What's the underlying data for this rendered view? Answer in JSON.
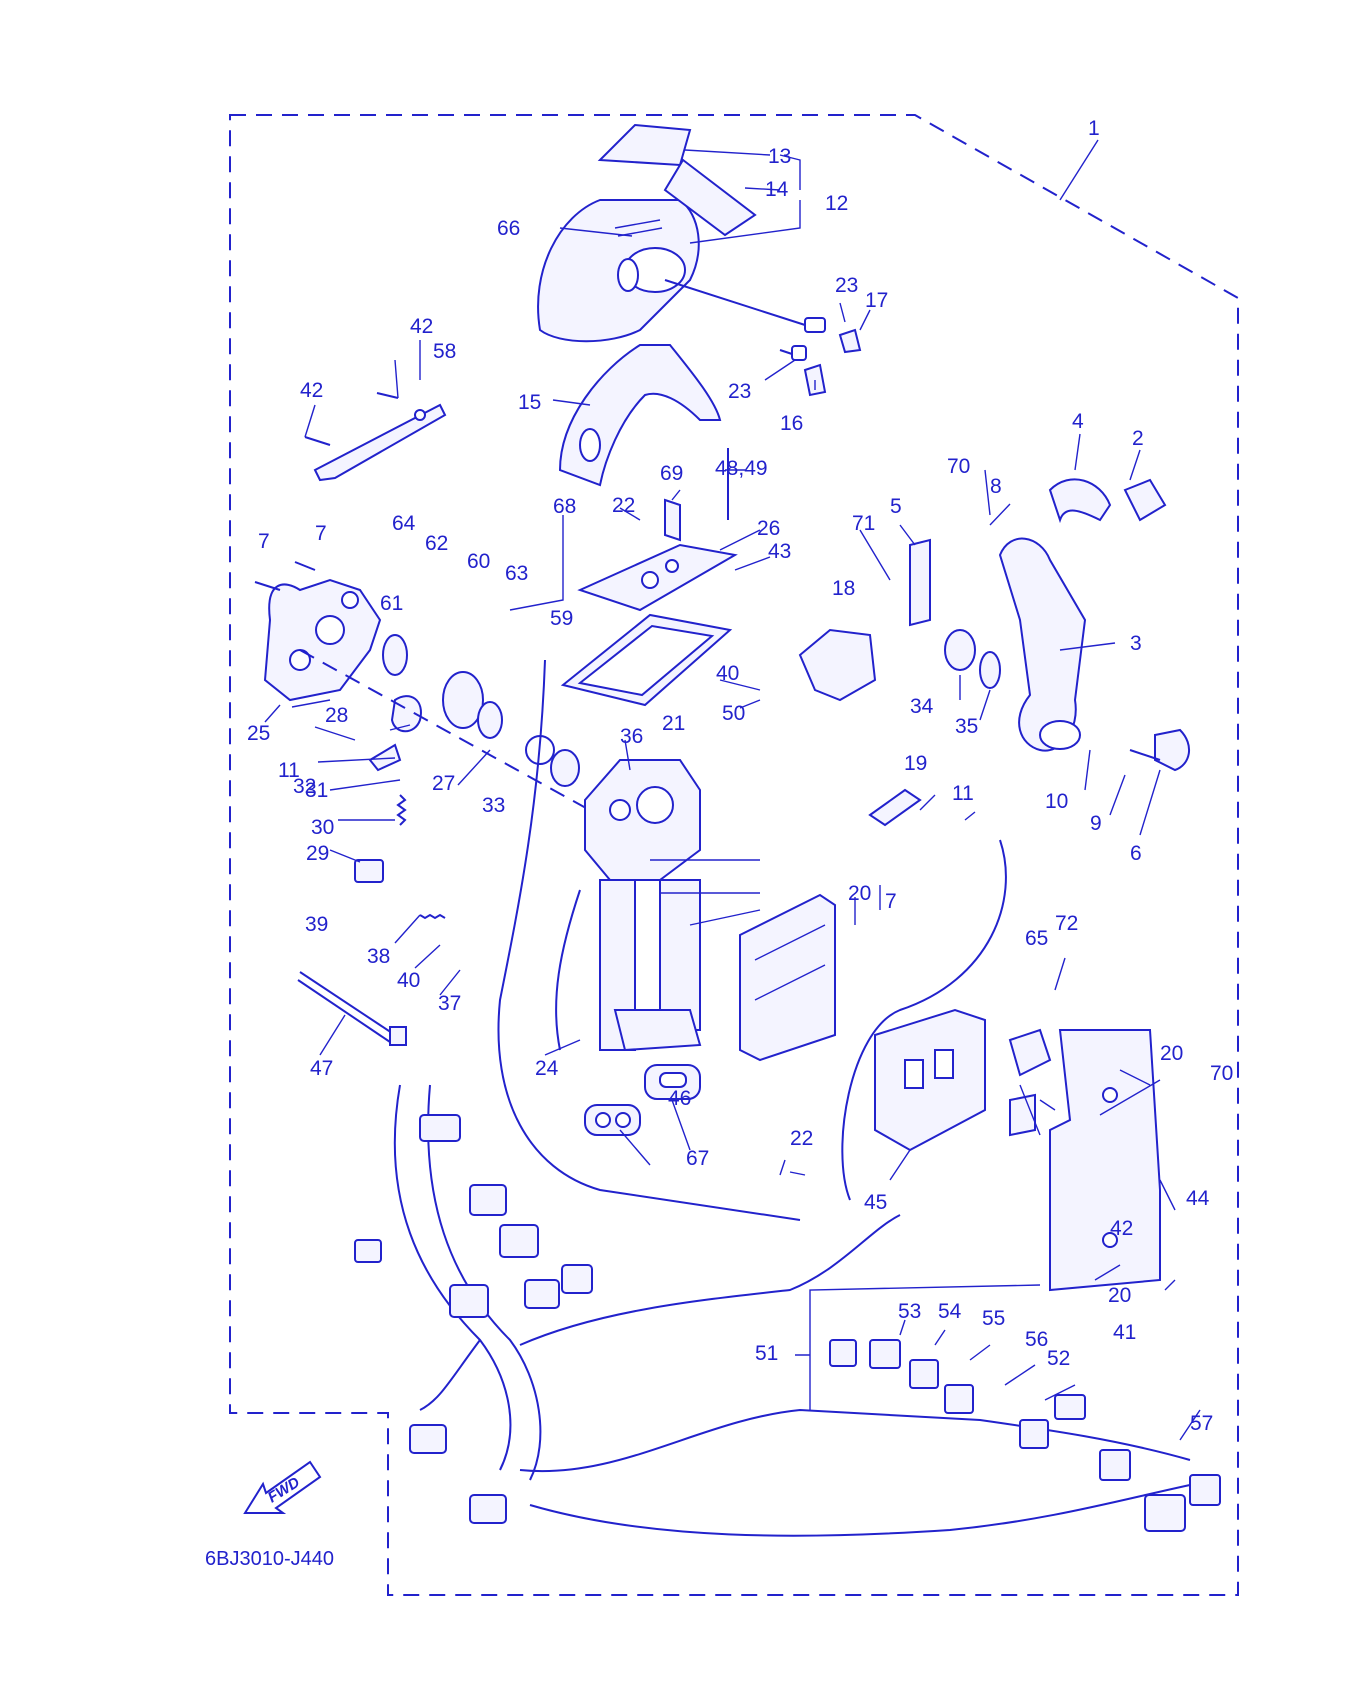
{
  "diagram": {
    "code": "6BJ3010-J440",
    "direction": "FWD",
    "color": "#2222cc",
    "parts": [
      {
        "id": "p1",
        "label": "1"
      },
      {
        "id": "p2",
        "label": "2"
      },
      {
        "id": "p3",
        "label": "3"
      },
      {
        "id": "p4",
        "label": "4"
      },
      {
        "id": "p5",
        "label": "5"
      },
      {
        "id": "p6",
        "label": "6"
      },
      {
        "id": "p7a",
        "label": "7"
      },
      {
        "id": "p7b",
        "label": "7"
      },
      {
        "id": "p7c",
        "label": "7"
      },
      {
        "id": "p8",
        "label": "8"
      },
      {
        "id": "p9",
        "label": "9"
      },
      {
        "id": "p10",
        "label": "10"
      },
      {
        "id": "p11a",
        "label": "11"
      },
      {
        "id": "p11b",
        "label": "11"
      },
      {
        "id": "p12",
        "label": "12"
      },
      {
        "id": "p13",
        "label": "13"
      },
      {
        "id": "p14",
        "label": "14"
      },
      {
        "id": "p15",
        "label": "15"
      },
      {
        "id": "p16",
        "label": "16"
      },
      {
        "id": "p17",
        "label": "17"
      },
      {
        "id": "p18",
        "label": "18"
      },
      {
        "id": "p19",
        "label": "19"
      },
      {
        "id": "p20a",
        "label": "20"
      },
      {
        "id": "p20b",
        "label": "20"
      },
      {
        "id": "p20c",
        "label": "20"
      },
      {
        "id": "p21",
        "label": "21"
      },
      {
        "id": "p22a",
        "label": "22"
      },
      {
        "id": "p22b",
        "label": "22"
      },
      {
        "id": "p23a",
        "label": "23"
      },
      {
        "id": "p23b",
        "label": "23"
      },
      {
        "id": "p24",
        "label": "24"
      },
      {
        "id": "p25",
        "label": "25"
      },
      {
        "id": "p26",
        "label": "26"
      },
      {
        "id": "p27",
        "label": "27"
      },
      {
        "id": "p28",
        "label": "28"
      },
      {
        "id": "p29",
        "label": "29"
      },
      {
        "id": "p30",
        "label": "30"
      },
      {
        "id": "p31",
        "label": "31"
      },
      {
        "id": "p32",
        "label": "32"
      },
      {
        "id": "p33",
        "label": "33"
      },
      {
        "id": "p34",
        "label": "34"
      },
      {
        "id": "p35",
        "label": "35"
      },
      {
        "id": "p36",
        "label": "36"
      },
      {
        "id": "p37",
        "label": "37"
      },
      {
        "id": "p38",
        "label": "38"
      },
      {
        "id": "p39",
        "label": "39"
      },
      {
        "id": "p40a",
        "label": "40"
      },
      {
        "id": "p40b",
        "label": "40"
      },
      {
        "id": "p41",
        "label": "41"
      },
      {
        "id": "p42a",
        "label": "42"
      },
      {
        "id": "p42b",
        "label": "42"
      },
      {
        "id": "p42c",
        "label": "42"
      },
      {
        "id": "p43",
        "label": "43"
      },
      {
        "id": "p44",
        "label": "44"
      },
      {
        "id": "p45",
        "label": "45"
      },
      {
        "id": "p46",
        "label": "46"
      },
      {
        "id": "p47",
        "label": "47"
      },
      {
        "id": "p4849",
        "label": "48,49"
      },
      {
        "id": "p50",
        "label": "50"
      },
      {
        "id": "p51",
        "label": "51"
      },
      {
        "id": "p52",
        "label": "52"
      },
      {
        "id": "p53",
        "label": "53"
      },
      {
        "id": "p54",
        "label": "54"
      },
      {
        "id": "p55",
        "label": "55"
      },
      {
        "id": "p56",
        "label": "56"
      },
      {
        "id": "p57",
        "label": "57"
      },
      {
        "id": "p58",
        "label": "58"
      },
      {
        "id": "p59",
        "label": "59"
      },
      {
        "id": "p60",
        "label": "60"
      },
      {
        "id": "p61",
        "label": "61"
      },
      {
        "id": "p62",
        "label": "62"
      },
      {
        "id": "p63",
        "label": "63"
      },
      {
        "id": "p64",
        "label": "64"
      },
      {
        "id": "p65",
        "label": "65"
      },
      {
        "id": "p66",
        "label": "66"
      },
      {
        "id": "p67",
        "label": "67"
      },
      {
        "id": "p68",
        "label": "68"
      },
      {
        "id": "p69",
        "label": "69"
      },
      {
        "id": "p70a",
        "label": "70"
      },
      {
        "id": "p70b",
        "label": "70"
      },
      {
        "id": "p71",
        "label": "71"
      },
      {
        "id": "p72",
        "label": "72"
      }
    ]
  }
}
